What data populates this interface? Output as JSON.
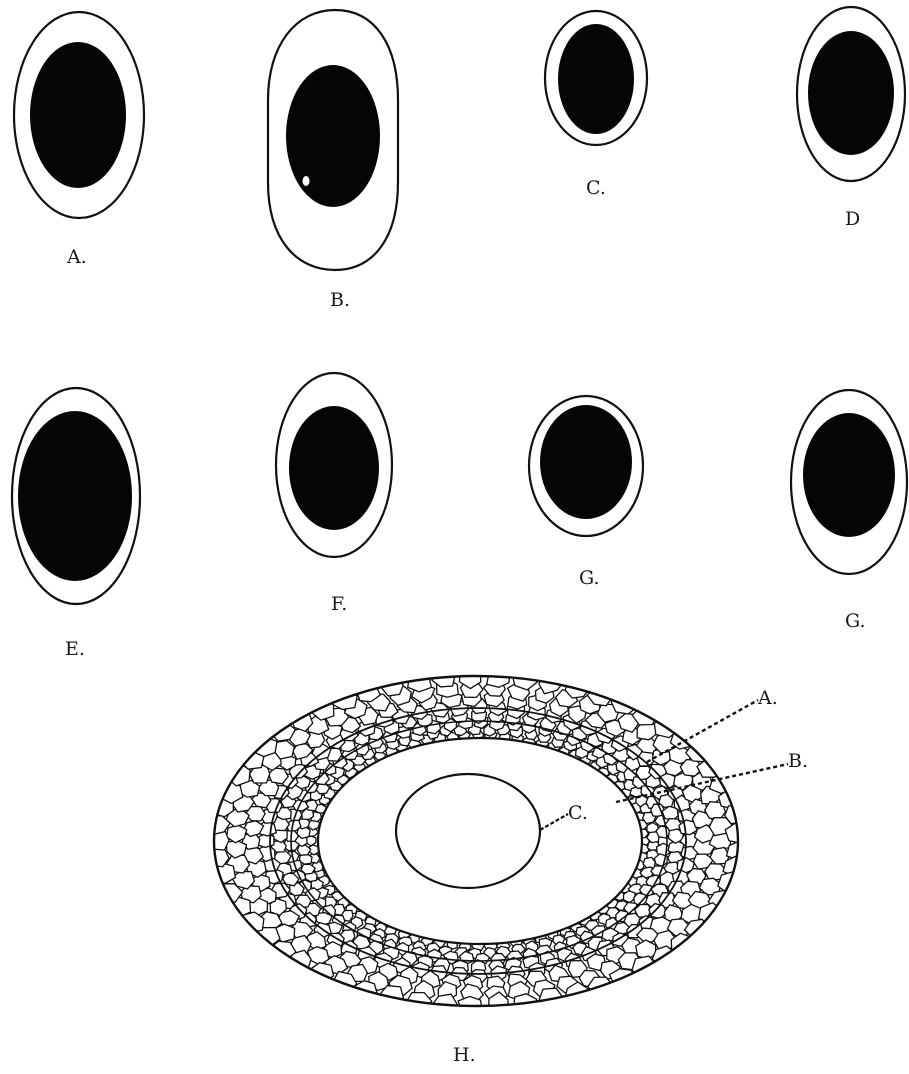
{
  "figures": [
    {
      "id": "A",
      "label": "A."
    },
    {
      "id": "B",
      "label": "B."
    },
    {
      "id": "C",
      "label": "C."
    },
    {
      "id": "D",
      "label": "D"
    },
    {
      "id": "E",
      "label": "E."
    },
    {
      "id": "F",
      "label": "F."
    },
    {
      "id": "G1",
      "label": "G."
    },
    {
      "id": "G2",
      "label": "G."
    }
  ],
  "section": {
    "label": "H.",
    "pointers": [
      {
        "id": "A",
        "label": "A."
      },
      {
        "id": "B",
        "label": "B."
      },
      {
        "id": "C",
        "label": "C."
      }
    ]
  },
  "colors": {
    "ink": "#111111",
    "nucleus": "#050505",
    "paper": "#ffffff"
  }
}
